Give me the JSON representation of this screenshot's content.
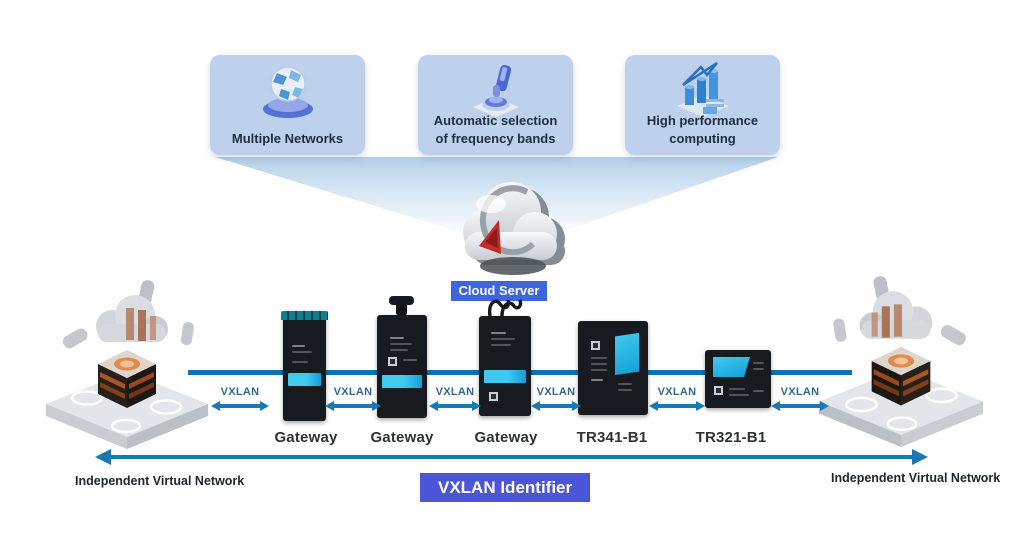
{
  "features": [
    {
      "line1": "Multiple Networks",
      "line2": "",
      "icon": "globe-network-icon"
    },
    {
      "line1": "Automatic selection",
      "line2": "of frequency bands",
      "icon": "frequency-band-selector-icon"
    },
    {
      "line1": "High performance",
      "line2": "computing",
      "icon": "performance-bar-chart-icon"
    }
  ],
  "cloud_server": {
    "badge_label": "Cloud Server",
    "icon": "cloud-server-icon"
  },
  "devices": {
    "labels": [
      "Gateway",
      "Gateway",
      "Gateway",
      "TR341-B1",
      "TR321-B1"
    ]
  },
  "links": {
    "label": "VXLAN",
    "count": 6
  },
  "bottom": {
    "left_label": "Independent Virtual Network",
    "right_label": "Independent Virtual Network",
    "badge_label": "VXLAN Identifier"
  },
  "illustrations": {
    "left": "independent-virtual-network-node",
    "right": "independent-virtual-network-node"
  },
  "colors": {
    "feature_box_bg": "#bdd1ec",
    "feature_text": "#1e2d3f",
    "bus_blue": "#0d72af",
    "arrow_blue": "#1778b2",
    "vxlan_text": "#33688c",
    "cloud_badge_bg": "#3e64de",
    "identifier_badge_bg": "#4c55d6",
    "device_body": "#171a1f",
    "device_label_cyan": "#29b6e8"
  }
}
